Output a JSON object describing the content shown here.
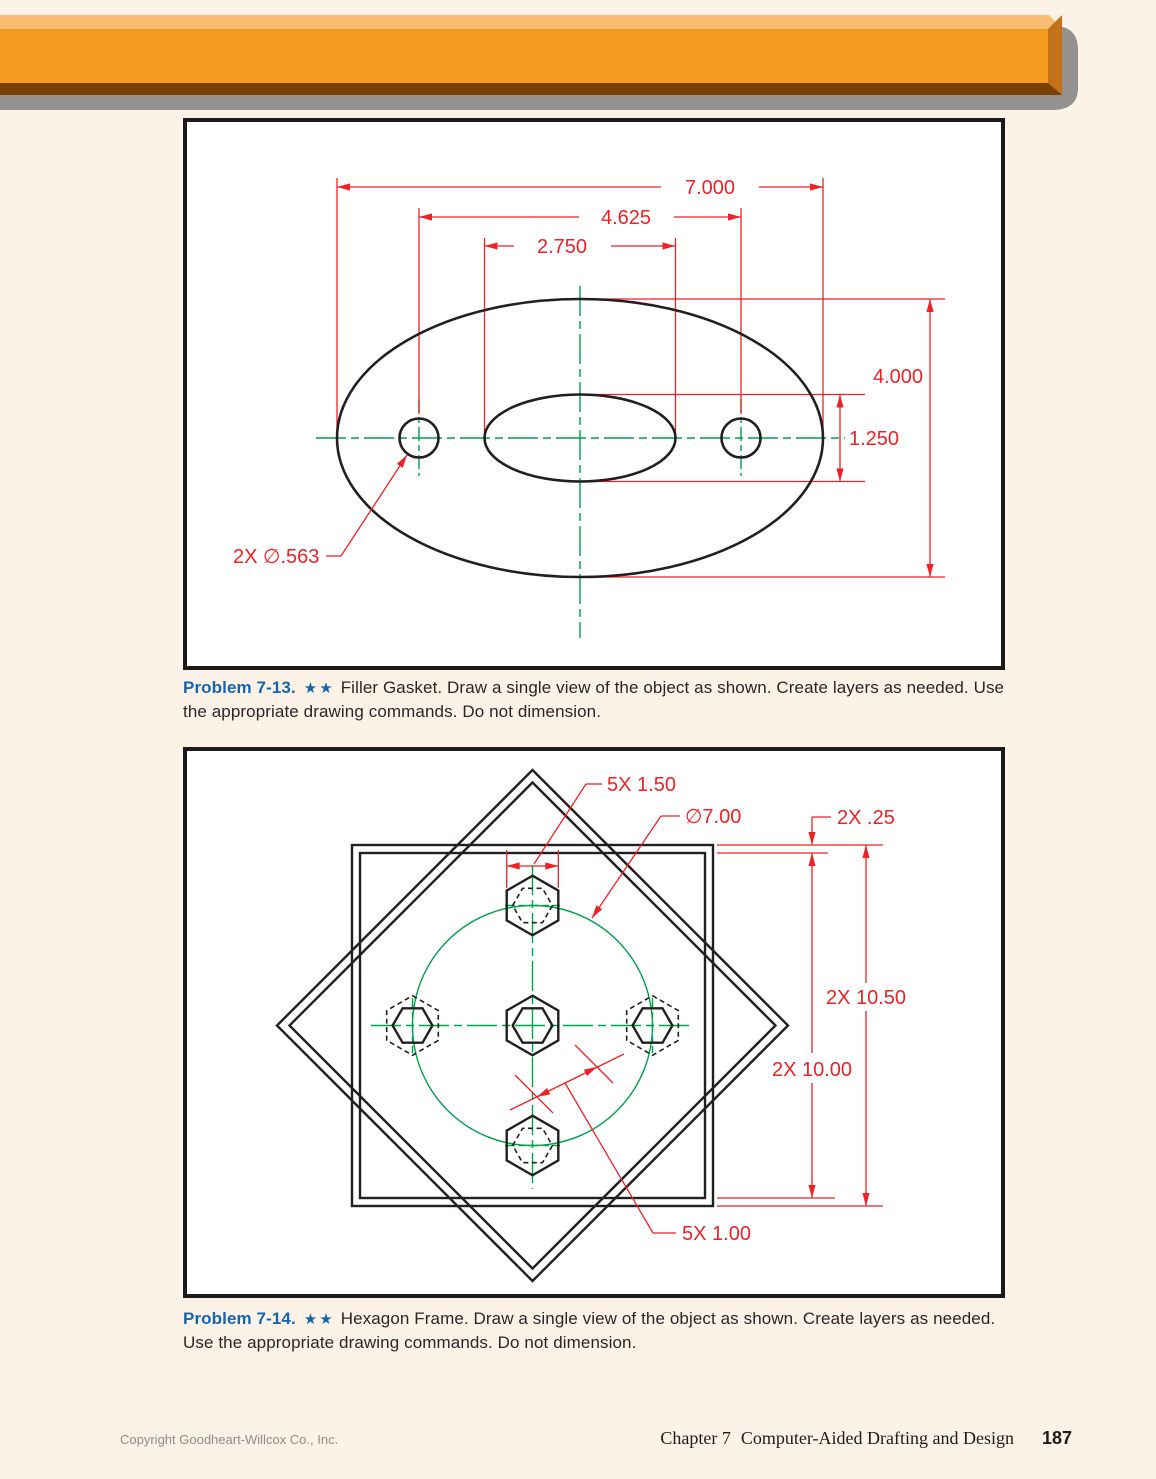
{
  "problem1": {
    "drawing": {
      "dims": {
        "width": "7.000",
        "hole_spacing": "4.625",
        "slot_width": "2.750",
        "height": "4.000",
        "slot_height": "1.250",
        "holes": "2X ∅.563"
      }
    },
    "caption": {
      "label": "Problem 7-13.",
      "stars": "★★",
      "body": "Filler Gasket. Draw a single view of the object as shown. Create layers as needed. Use the appropriate drawing commands. Do not dimension."
    }
  },
  "problem2": {
    "drawing": {
      "dims": {
        "hex_large": "5X 1.50",
        "bolt_circle": "∅7.00",
        "frame_offset": "2X .25",
        "frame_outer": "2X 10.50",
        "frame_inner": "2X 10.00",
        "hex_small": "5X 1.00"
      }
    },
    "caption": {
      "label": "Problem 7-14.",
      "stars": "★★",
      "body": "Hexagon Frame. Draw a single view of the object as shown. Create layers as needed. Use the appropriate drawing commands. Do not dimension."
    }
  },
  "footer": {
    "copyright": "Copyright Goodheart-Willcox Co., Inc.",
    "chapter": "Chapter 7",
    "chapter_title": "Computer-Aided Drafting and Design",
    "page_number": "187"
  },
  "colors": {
    "dimension_red": "#EC2227",
    "centerline_green": "#00A14B",
    "caption_blue": "#1565AE",
    "line_black": "#231F20",
    "banner_orange": "#F49B1F",
    "page_cream": "#FCF2E7"
  }
}
